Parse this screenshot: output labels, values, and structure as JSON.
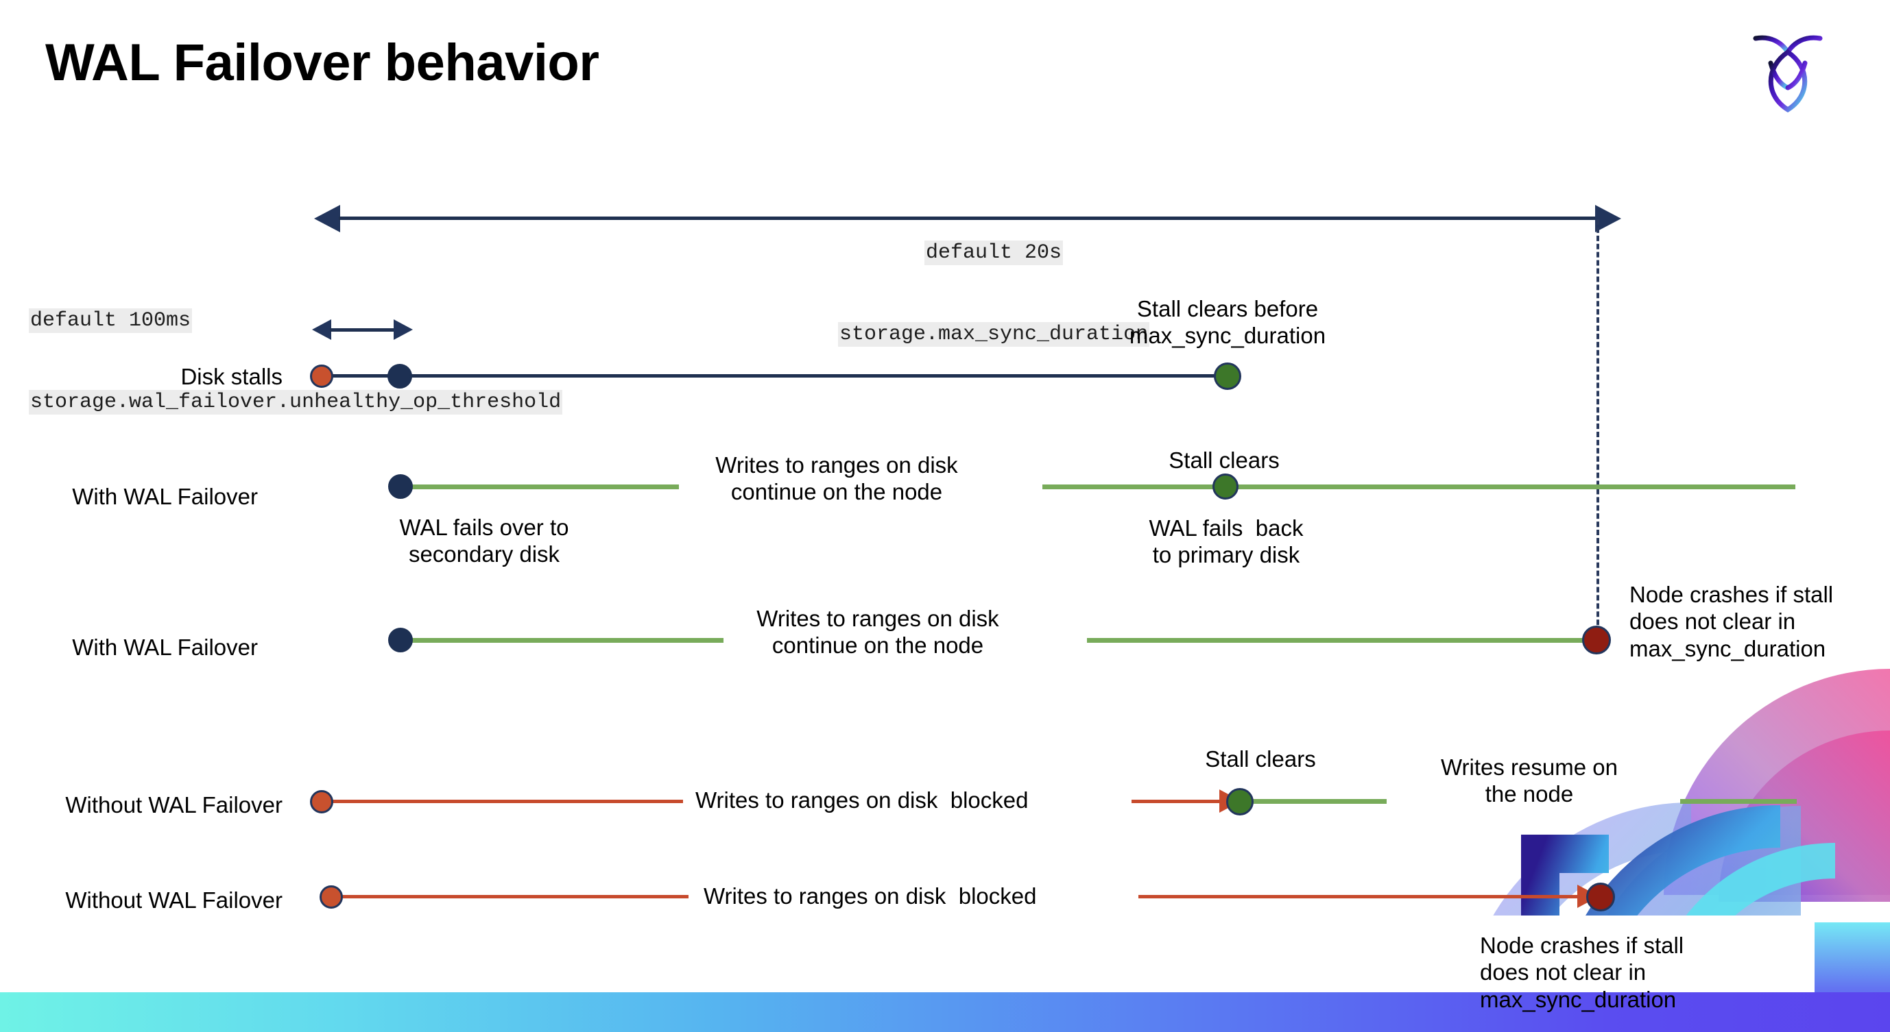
{
  "slide": {
    "title": "WAL Failover behavior",
    "logo_name": "cockroachdb-logo"
  },
  "annotations": {
    "max_sync_duration": {
      "line1": "default 20s",
      "line2": "storage.max_sync_duration"
    },
    "unhealthy_op_threshold": {
      "line1": "default 100ms",
      "line2": "storage.wal_failover.unhealthy_op_threshold"
    }
  },
  "rows": [
    {
      "id": "disk-stalls",
      "label": "Disk stalls",
      "notes": [
        {
          "id": "stall-clears-before",
          "text": "Stall clears before\nmax_sync_duration"
        }
      ]
    },
    {
      "id": "with-wal-failover-1",
      "label": "With WAL Failover",
      "notes": [
        {
          "id": "writes-continue-1",
          "text": "Writes to ranges on disk\ncontinue on the node"
        },
        {
          "id": "stall-clears-1",
          "text": "Stall clears"
        },
        {
          "id": "wal-fails-over",
          "text": "WAL fails over to\nsecondary disk"
        },
        {
          "id": "wal-fails-back",
          "text": "WAL fails  back\nto primary disk"
        }
      ]
    },
    {
      "id": "with-wal-failover-2",
      "label": "With WAL Failover",
      "notes": [
        {
          "id": "writes-continue-2",
          "text": "Writes to ranges on disk\ncontinue on the node"
        },
        {
          "id": "node-crashes-1",
          "text": "Node crashes if stall\ndoes not clear in\nmax_sync_duration"
        }
      ]
    },
    {
      "id": "without-wal-failover-1",
      "label": "Without WAL Failover",
      "notes": [
        {
          "id": "writes-blocked-1",
          "text": "Writes to ranges on disk  blocked"
        },
        {
          "id": "stall-clears-2",
          "text": "Stall clears"
        },
        {
          "id": "writes-resume",
          "text": "Writes resume on\nthe node"
        }
      ]
    },
    {
      "id": "without-wal-failover-2",
      "label": "Without WAL Failover",
      "notes": [
        {
          "id": "writes-blocked-2",
          "text": "Writes to ranges on disk  blocked"
        },
        {
          "id": "node-crashes-2",
          "text": "Node crashes if stall\ndoes not clear in\nmax_sync_duration"
        }
      ]
    }
  ],
  "colors": {
    "navy": "#1d3053",
    "green_line": "#78ab5a",
    "green_dot": "#3d7729",
    "orange_line": "#c74a2c",
    "orange_dot": "#c8512e",
    "dark_red_dot": "#8f1d12",
    "code_bg": "#ececec",
    "bottom_bar_start": "#6ff2e6",
    "bottom_bar_end": "#5b45ee"
  }
}
